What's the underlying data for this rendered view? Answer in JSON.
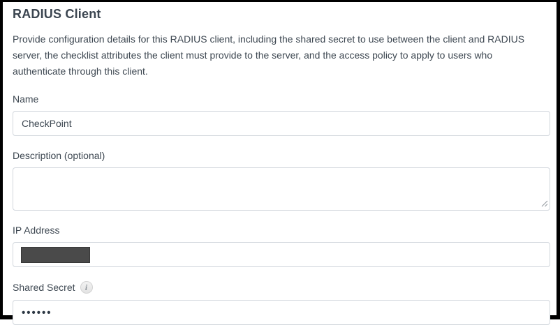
{
  "page": {
    "title": "RADIUS Client",
    "intro_lines": [
      "Provide configuration details for this RADIUS client, including the shared secret to use between the client and RADIUS",
      "server, the checklist attributes the client must provide to the server, and the access policy to apply to users who",
      "authenticate through this client."
    ]
  },
  "form": {
    "name": {
      "label": "Name",
      "value": "CheckPoint",
      "placeholder": ""
    },
    "description": {
      "label": "Description (optional)",
      "value": "",
      "placeholder": ""
    },
    "ip_address": {
      "label": "IP Address",
      "value_redacted": true
    },
    "shared_secret": {
      "label": "Shared Secret",
      "masked_value": "••••••"
    }
  },
  "icons": {
    "info": "i"
  },
  "colors": {
    "frame_border": "#000000",
    "title_text": "#3b4550",
    "body_text": "#3e4852",
    "input_border": "#d2d7dd",
    "redaction_fill": "#4a4a4a",
    "redaction_border": "#383838",
    "info_icon_bg": "#ececec",
    "info_icon_text": "#8f959b"
  }
}
